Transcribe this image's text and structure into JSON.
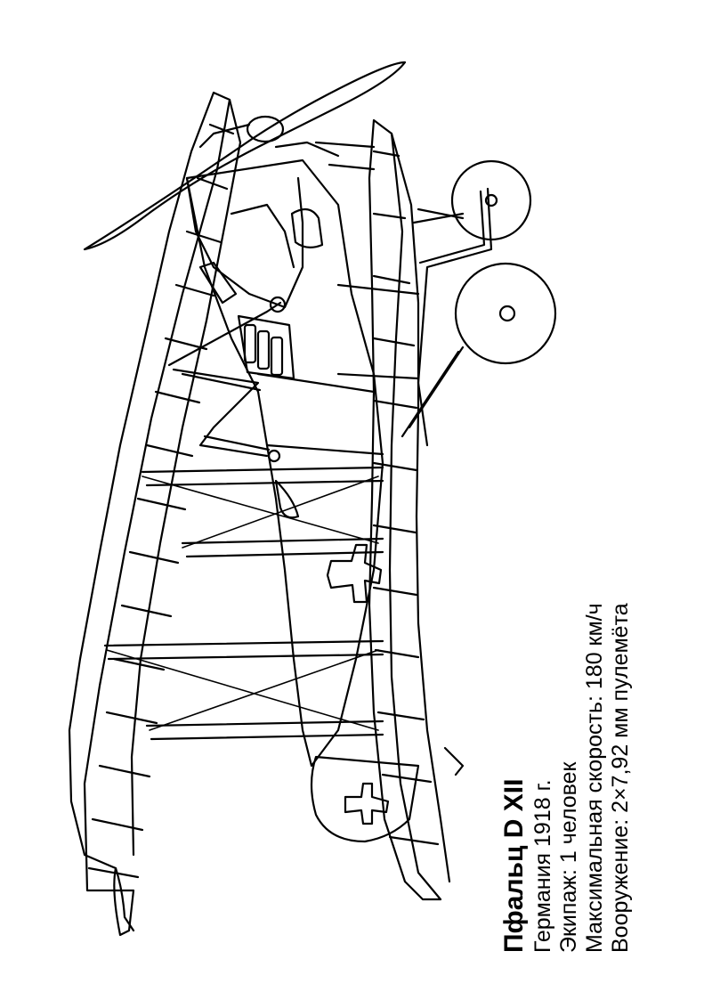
{
  "caption": {
    "title": "Пфальц D XII",
    "lines": [
      "Германия 1918 г.",
      "Экипаж: 1 человек",
      "Максимальная скорость: 180 км/ч",
      "Вооружение: 2×7,92 мм  пулемёта"
    ]
  },
  "illustration": {
    "subject": "biplane-line-drawing",
    "stroke_color": "#000000",
    "background_color": "#ffffff"
  }
}
